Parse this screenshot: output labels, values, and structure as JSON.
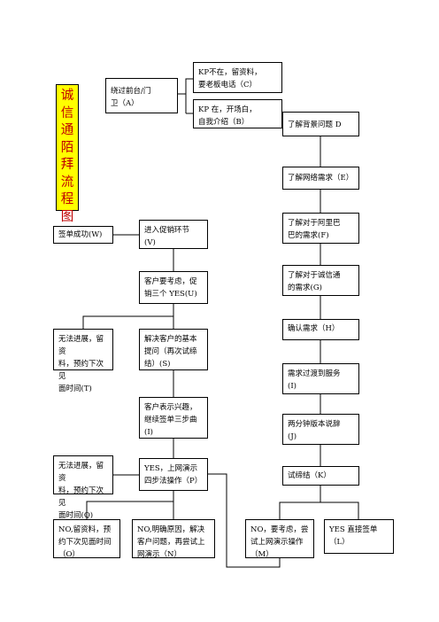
{
  "title": "诚信通陌拜流程图",
  "nodes": {
    "A": "绕过前台/门\n卫（A）",
    "C": "KP不在，留资料，\n要老板电话（C）",
    "B": "KP 在，开场白，\n自我介绍（B）",
    "D": "了解背景问题 D",
    "E": "了解网络需求（E）",
    "F": "了解对于阿里巴\n巴的需求(F)",
    "G": "了解对于诚信通\n的需求(G)",
    "H": "确认需求（H）",
    "I": "需求过渡到服务\n(I)",
    "J": "两分钟版本说辞\n(J)",
    "K": "试缔结（K）",
    "L": "YES 直接签单\n（L）",
    "M": "NO，要考虑，尝\n试上网演示操作\n（M）",
    "N": "NO,明确原因，解决\n客户问题，再尝试上\n网演示（N）",
    "O": "NO,留资料，预\n约下次见面时间\n（O）",
    "P": "YES，上网演示\n四步法操作（P）",
    "Q": "无法进展，留资\n料，预约下次见\n面时间(Q)",
    "Ii": "客户表示兴趣，\n继续签单三步曲\n(I)",
    "S": "解决客户的基本\n提问（再次试缔\n结）(S)",
    "T": "无法进展，留资\n料，预约下次见\n面时间(T)",
    "U": "客户要考虑，促\n销三个 YES(U)",
    "V": "进入促销环节\n(V)",
    "W": "签单成功(W)"
  }
}
